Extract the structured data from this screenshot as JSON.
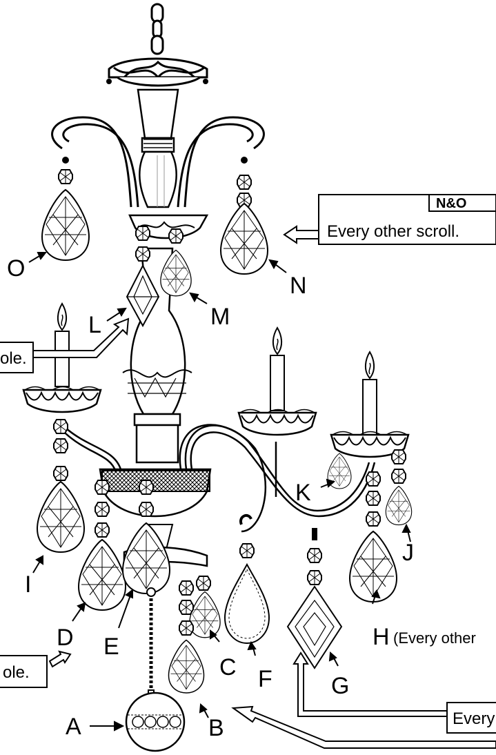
{
  "labels": {
    "A": "A",
    "B": "B",
    "C": "C",
    "D": "D",
    "E": "E",
    "F": "F",
    "G": "G",
    "H": "H",
    "I": "I",
    "J": "J",
    "K": "K",
    "L": "L",
    "M": "M",
    "N": "N",
    "O": "O"
  },
  "callouts": {
    "no_heading": "N&O",
    "no_text": "Every other scroll.",
    "h_note": "(Every other",
    "left_upper_fragment": "ole.",
    "left_lower_fragment": "ole.",
    "bottom_right_fragment": "Every"
  },
  "colors": {
    "line": "#000000",
    "fill": "#ffffff",
    "glass_hatch": "#000000"
  }
}
